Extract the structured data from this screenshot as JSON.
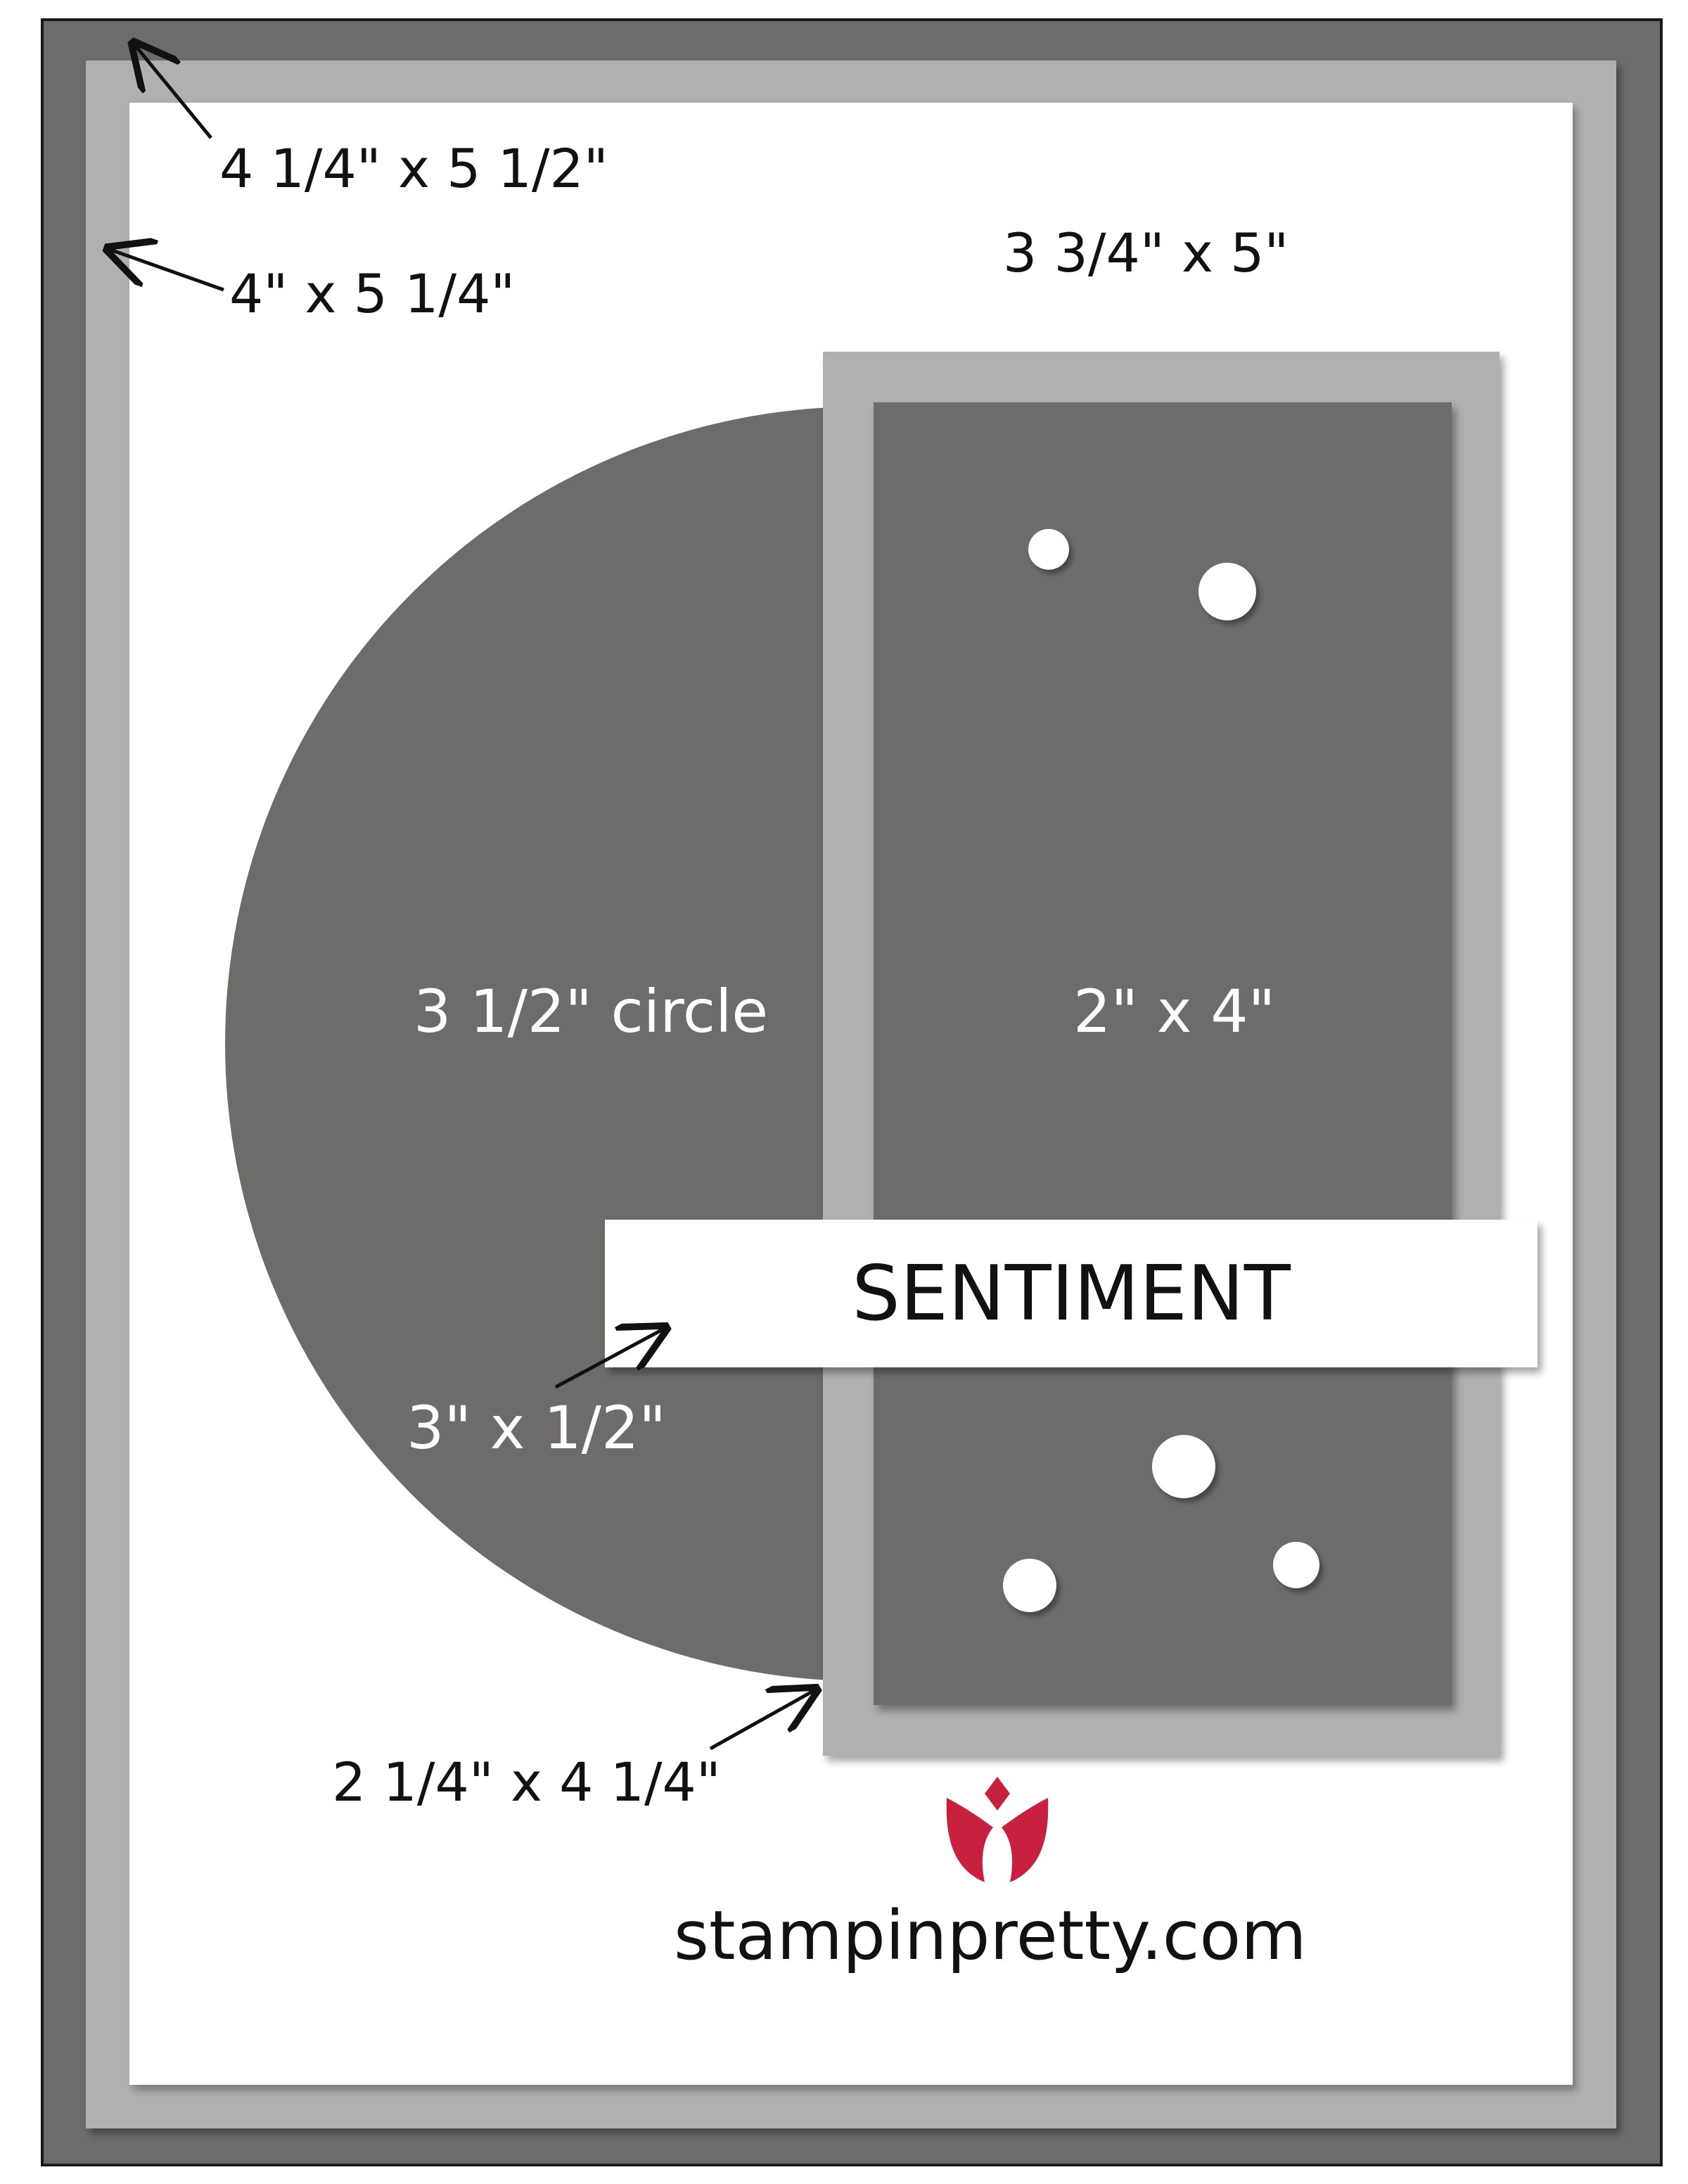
{
  "colors": {
    "page_background": "#ffffff",
    "base_card": "#6d6c6a",
    "mat": "#b0b0b0",
    "front": "#ffffff",
    "panel": "#6d6c6a",
    "dots": "#ffffff",
    "sentiment_strip": "#ffffff",
    "label_dark": "#111111",
    "label_light": "#ffffff",
    "logo": "#c8203f"
  },
  "layers": {
    "base_card": {
      "size_label": "4 1/4\" x 5 1/2\""
    },
    "card_mat": {
      "size_label": "4\" x 5 1/4\""
    },
    "card_front": {
      "size_label": "3 3/4\" x 5\""
    },
    "circle": {
      "size_label": "3 1/2\" circle"
    },
    "rectangle_mat": {
      "size_label": "2 1/4\" x 4 1/4\""
    },
    "rectangle_panel": {
      "size_label": "2\" x 4\""
    },
    "sentiment_strip": {
      "text": "SENTIMENT",
      "size_label": "3\" x 1/2\""
    }
  },
  "branding": {
    "logo_icon": "tulip-icon",
    "website": "stampinpretty.com"
  }
}
